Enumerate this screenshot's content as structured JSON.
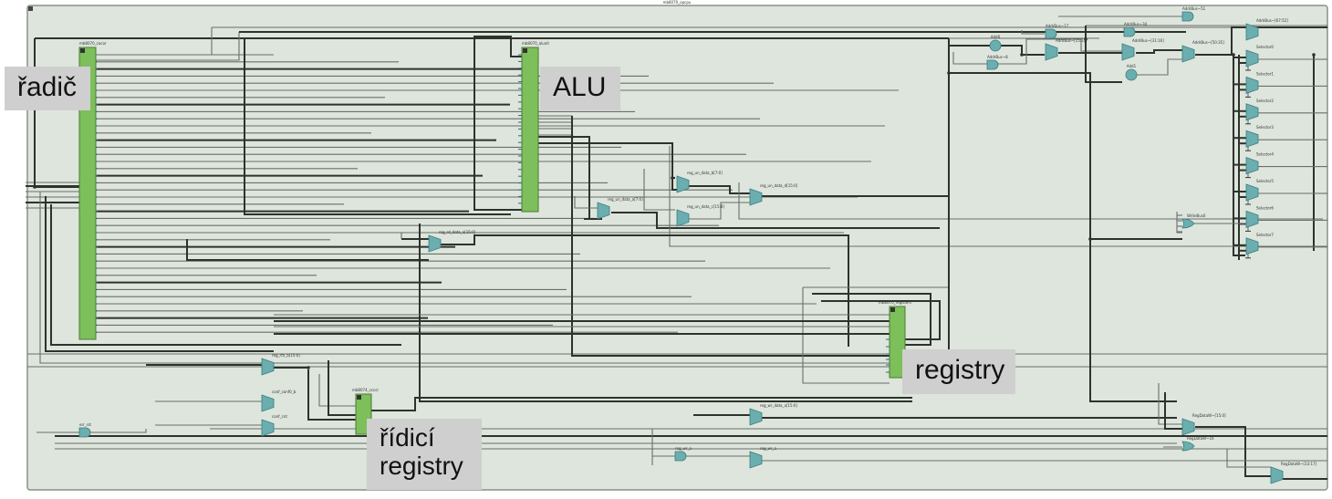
{
  "diagram": {
    "title": "mb8070_opcpu",
    "kind": "RTL netlist schematic",
    "colors": {
      "background": "#dde5dc",
      "frame": "#8a9088",
      "block_fill": "#7dbf5a",
      "block_stroke": "#4a7a35",
      "gate_fill": "#6aaeb0",
      "gate_stroke": "#3e7b80",
      "wire_thin": "#6b6f6a",
      "wire_bus": "#2e322d",
      "label_bg": "#cfcfcf"
    },
    "overlay_labels": {
      "controller": "řadič",
      "alu": "ALU",
      "registers": "registry",
      "control_registers_line1": "řídicí",
      "control_registers_line2": "registry"
    },
    "blocks": [
      {
        "id": "controller",
        "name": "mb8070_cocor"
      },
      {
        "id": "alu",
        "name": "mb8070_alunit"
      },
      {
        "id": "registers",
        "name": "mb8070_registers"
      },
      {
        "id": "control_registers",
        "name": "mb8074_ccccr"
      }
    ],
    "components": [
      {
        "id": "mux-alu-a",
        "label": "reg_un_data_a[7:0]"
      },
      {
        "id": "mux-alu-b",
        "label": "reg_un_data_b[7:0]"
      },
      {
        "id": "mux-alu-c",
        "label": "reg_un_data_c[15:8]"
      },
      {
        "id": "mux-alu-d",
        "label": "reg_un_data_d[15:0]"
      },
      {
        "id": "mux-rd-data",
        "label": "reg_rd_data_a[15:0]"
      },
      {
        "id": "mux-rtn",
        "label": "reg_rtn_a[15:0]"
      },
      {
        "id": "mux-conf",
        "label": "conf_conf0_b"
      },
      {
        "id": "mux-cnt",
        "label": "conf_cnt"
      },
      {
        "id": "gate-err",
        "label": "err_rst"
      },
      {
        "id": "mux-wr-data",
        "label": "reg_wr_data_a[15:0]"
      },
      {
        "id": "gate-wr-a",
        "label": "reg_wr_a"
      },
      {
        "id": "mux-wr-a",
        "label": "reg_wr_a"
      },
      {
        "id": "add0",
        "label": "Add0"
      },
      {
        "id": "add1",
        "label": "Add1"
      },
      {
        "id": "and-addrbus-8",
        "label": "AddrBus~8"
      },
      {
        "id": "and-addrbus-17",
        "label": "AddrBus~17"
      },
      {
        "id": "and-addrbus-34",
        "label": "AddrBus~34"
      },
      {
        "id": "and-addrbus-51",
        "label": "AddrBus~51"
      },
      {
        "id": "mux-addrbus-15-1",
        "label": "AddrBus~[15:1]"
      },
      {
        "id": "mux-addrbus-31-16",
        "label": "AddrBus~[31:16]"
      },
      {
        "id": "mux-addrbus-50-35",
        "label": "AddrBus~[50:35]"
      },
      {
        "id": "mux-addrbus-67-52",
        "label": "AddrBus~[67:52]"
      },
      {
        "id": "selector0",
        "label": "Selector0"
      },
      {
        "id": "selector1",
        "label": "Selector1"
      },
      {
        "id": "selector2",
        "label": "Selector2"
      },
      {
        "id": "selector3",
        "label": "Selector3"
      },
      {
        "id": "selector4",
        "label": "Selector4"
      },
      {
        "id": "selector5",
        "label": "Selector5"
      },
      {
        "id": "selector6",
        "label": "Selector6"
      },
      {
        "id": "selector7",
        "label": "Selector7"
      },
      {
        "id": "or-writebus",
        "label": "WriteBus0"
      },
      {
        "id": "mux-regdataw-15-0",
        "label": "RegDataW~[15:0]"
      },
      {
        "id": "or-regdataw-16",
        "label": "RegDataW~16"
      },
      {
        "id": "mux-regdataw-33-17",
        "label": "RegDataW~[33:17]"
      }
    ]
  }
}
